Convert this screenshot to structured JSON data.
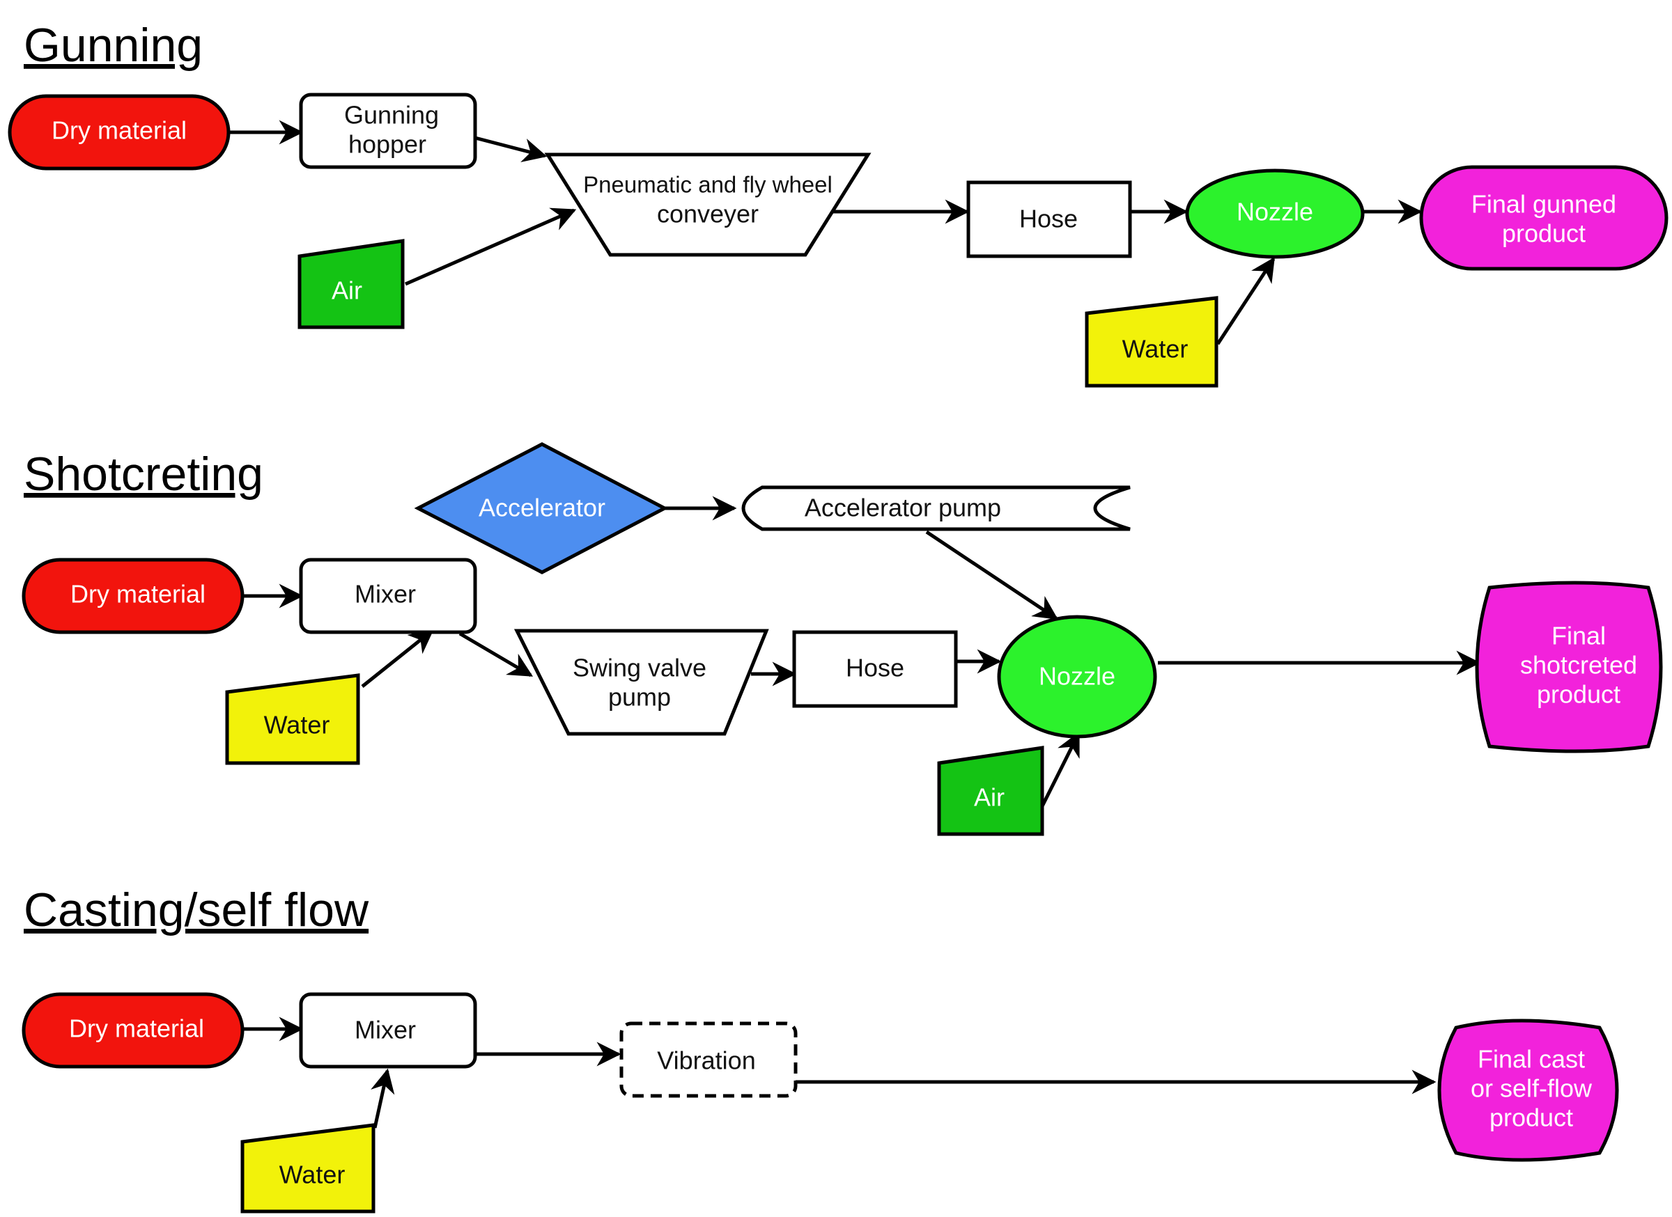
{
  "sections": {
    "gunning": {
      "title": "Gunning",
      "dry_material": "Dry material",
      "hopper_line1": "Gunning",
      "hopper_line2": "hopper",
      "conveyer_line1": "Pneumatic and fly wheel",
      "conveyer_line2": "conveyer",
      "air": "Air",
      "hose": "Hose",
      "nozzle": "Nozzle",
      "water": "Water",
      "final_line1": "Final gunned",
      "final_line2": "product"
    },
    "shotcreting": {
      "title": "Shotcreting",
      "accelerator": "Accelerator",
      "accelerator_pump": "Accelerator pump",
      "dry_material": "Dry material",
      "mixer": "Mixer",
      "water": "Water",
      "pump_line1": "Swing valve",
      "pump_line2": "pump",
      "hose": "Hose",
      "nozzle": "Nozzle",
      "air": "Air",
      "final_line1": "Final",
      "final_line2": "shotcreted",
      "final_line3": "product"
    },
    "casting": {
      "title": "Casting/self flow",
      "dry_material": "Dry material",
      "mixer": "Mixer",
      "water": "Water",
      "vibration": "Vibration",
      "final_line1": "Final cast",
      "final_line2": "or self-flow",
      "final_line3": "product"
    }
  },
  "colors": {
    "dry_material": "#f2140d",
    "air": "#14c314",
    "water": "#f2f20a",
    "nozzle": "#2cf22c",
    "final_product": "#f222db",
    "accelerator": "#4d8ef0"
  }
}
